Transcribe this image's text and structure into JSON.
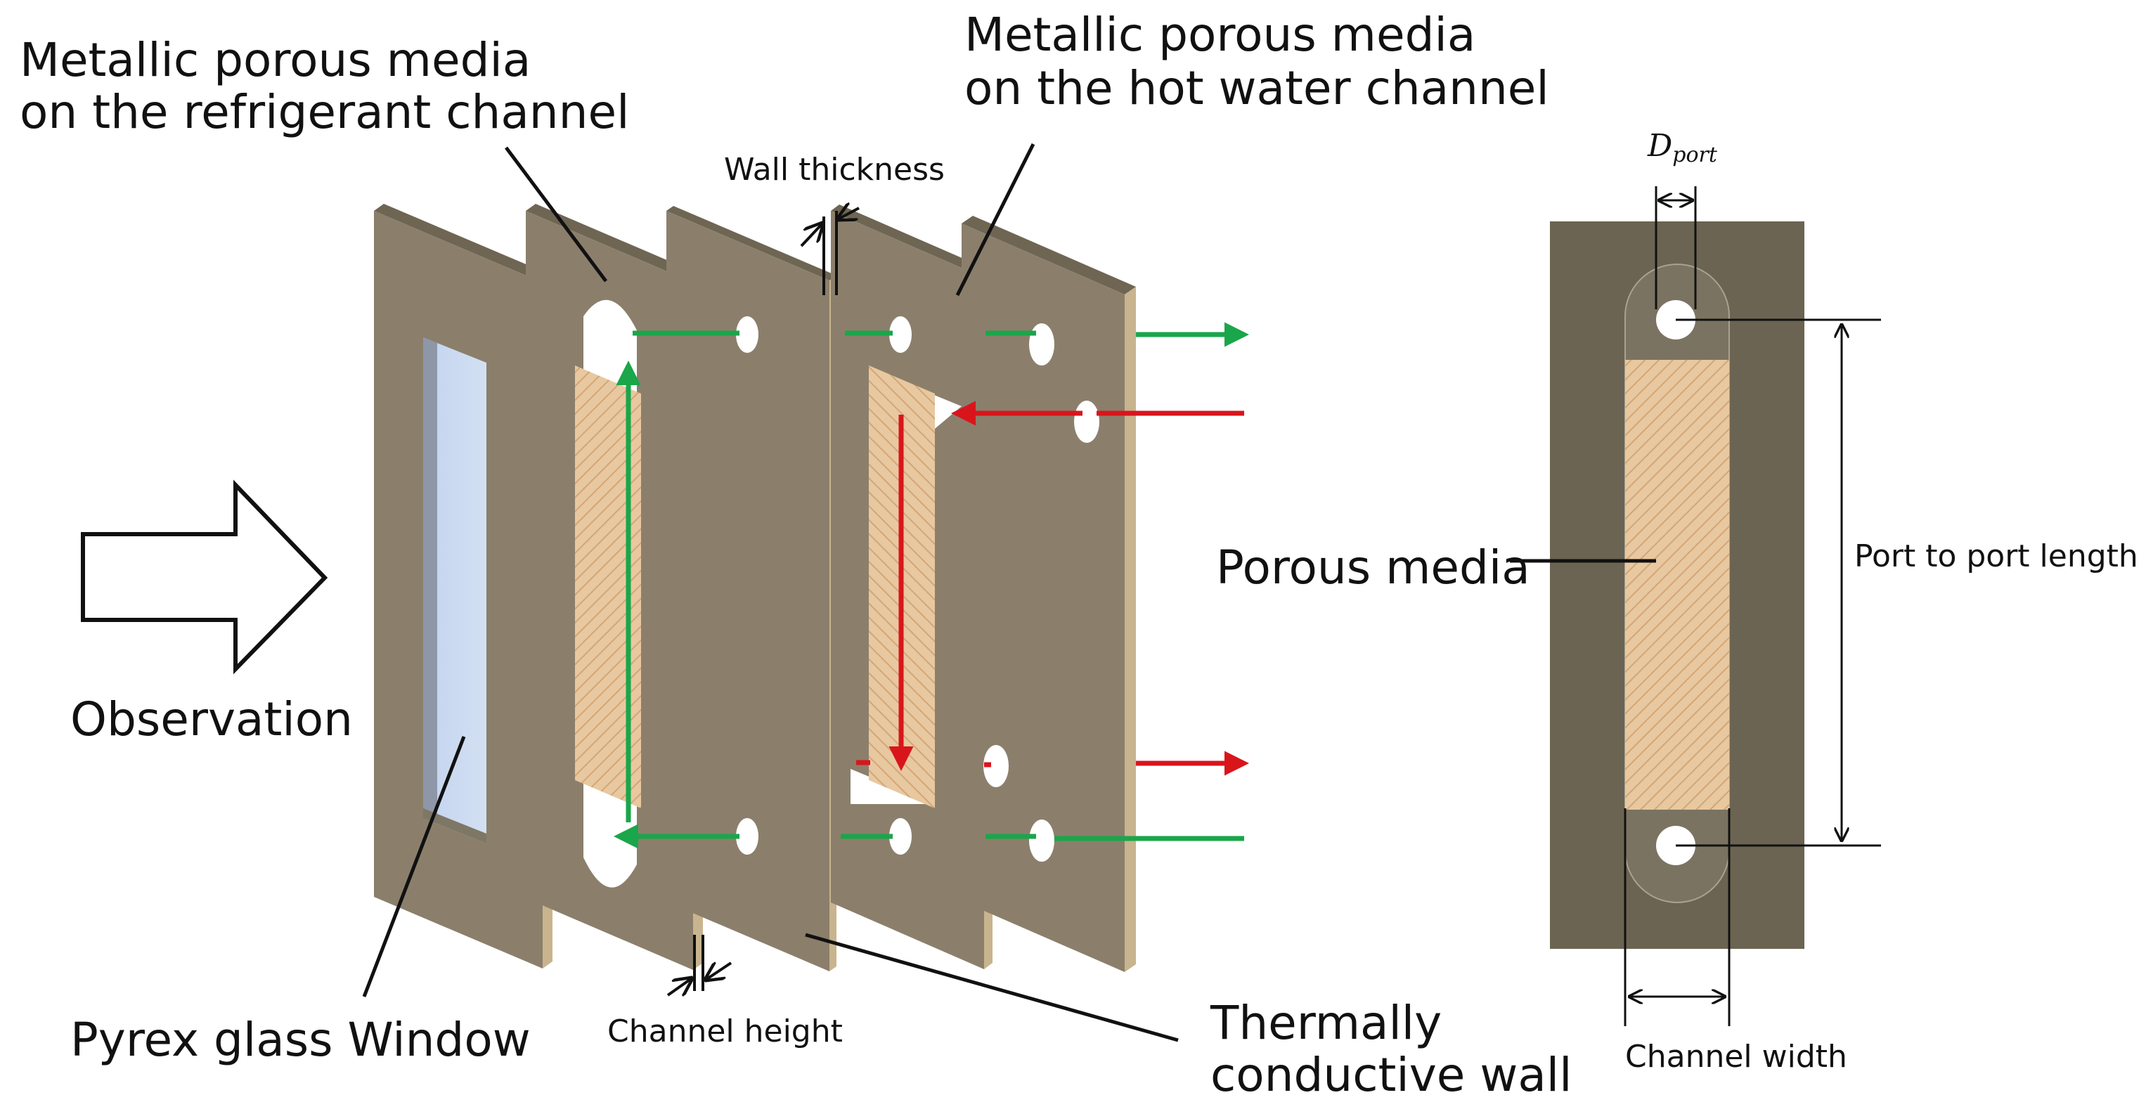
{
  "labels": {
    "refrigerant_media_line1": "Metallic porous media",
    "refrigerant_media_line2": "on the refrigerant channel",
    "hotwater_media_line1": "Metallic porous media",
    "hotwater_media_line2": "on the hot water channel",
    "wall_thickness": "Wall thickness",
    "observation": "Observation",
    "pyrex_window": "Pyrex glass Window",
    "channel_height": "Channel height",
    "thermal_wall_line1": "Thermally",
    "thermal_wall_line2": "conductive wall",
    "porous_media": "Porous media",
    "port_to_port": "Port to port length",
    "channel_width": "Channel width",
    "dport_main": "D",
    "dport_sub": "port"
  },
  "colors": {
    "plate_face": "#8b7f6c",
    "plate_edge": "#c8b48e",
    "plate_top": "#6e6553",
    "window_glass": "#c5d5ee",
    "porous": "#e6c49a",
    "porous_hatch": "#d5a878",
    "flow_green": "#1aa64a",
    "flow_red": "#d9151c",
    "detail_plate": "#6b6452",
    "detail_channel": "#7d7562",
    "line": "#111111"
  }
}
